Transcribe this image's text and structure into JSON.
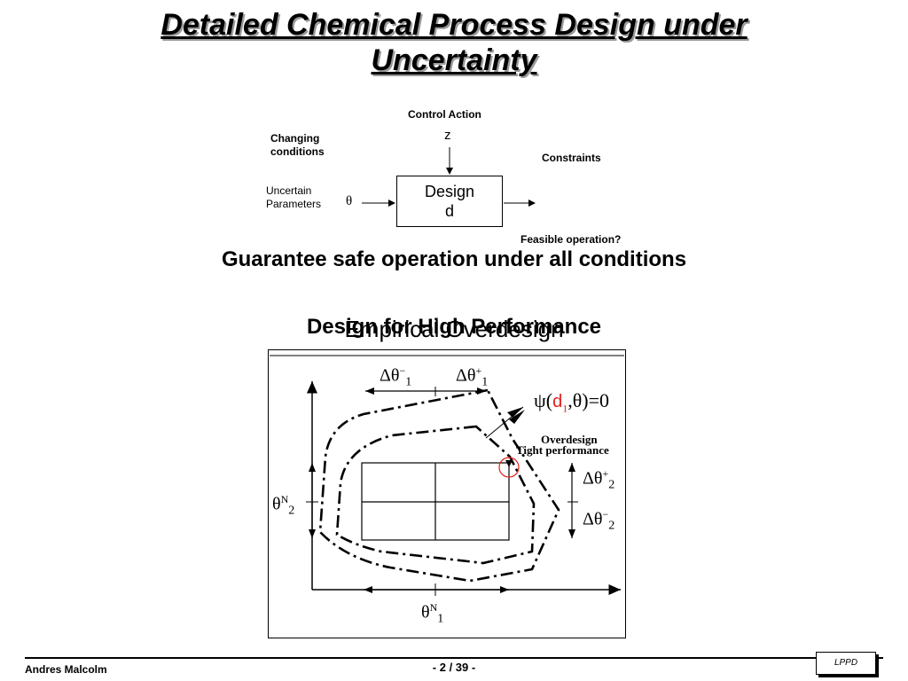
{
  "slide": {
    "title_line1": "Detailed Chemical Process Design under",
    "title_line2": "Uncertainty",
    "guarantee": "Guarantee safe operation under all conditions",
    "overlap_title_a": "Design for High Performance",
    "overlap_title_b": "Empirical Overdesign"
  },
  "block_diagram": {
    "control_action": "Control Action",
    "z": "z",
    "changing_conditions": "Changing conditions",
    "constraints": "Constraints",
    "uncertain_parameters": "Uncertain Parameters",
    "theta": "θ",
    "design_line1": "Design",
    "design_line2": "d",
    "feasible": "Feasible operation?"
  },
  "feasibility_plot": {
    "d_theta_minus_1": "Δθ",
    "d_theta_plus_1": "Δθ",
    "minus": "−",
    "plus": "+",
    "one": "1",
    "two": "2",
    "N": "N",
    "theta": "θ",
    "psi_prefix": "ψ(",
    "psi_d1": "d",
    "psi_suffix": ",θ)=0",
    "overdesign": "Overdesign",
    "tight_performance": "Tight performance"
  },
  "footer": {
    "author": "Andres Malcolm",
    "page": "- 2 / 39 -",
    "logo": "LPPD"
  },
  "colors": {
    "accent_red": "#e0201b",
    "shadow": "#9a9a9a"
  }
}
